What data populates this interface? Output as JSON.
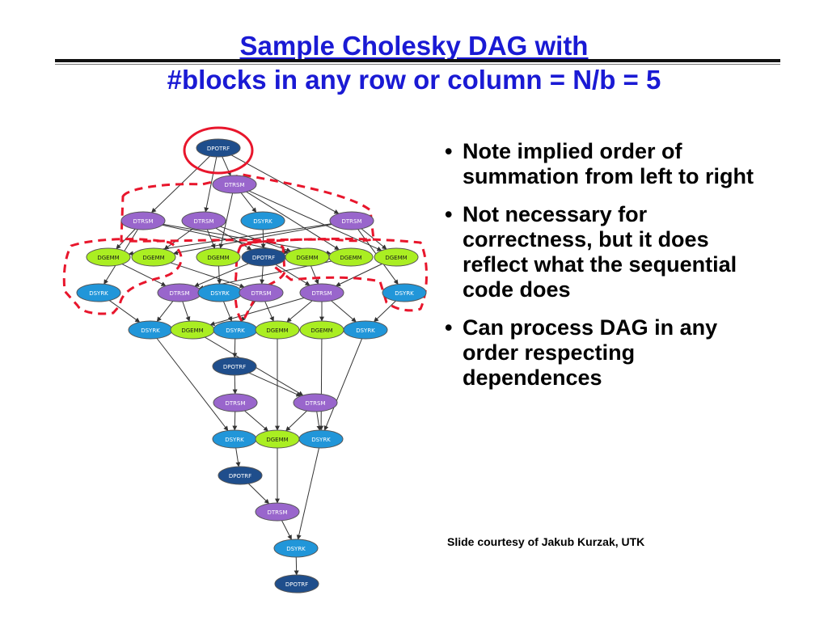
{
  "slide": {
    "title_line1": "Sample Cholesky DAG with",
    "title_line2": "#blocks in any row or column = N/b = 5",
    "bullets": [
      "Note implied order of summation from left to right",
      "Not necessary for correctness, but it does reflect what the sequential code does",
      "Can process DAG in any order respecting dependences"
    ],
    "credit": "Slide courtesy of Jakub Kurzak, UTK"
  },
  "colors": {
    "title": "#1a1ad4",
    "DPOTRF": "#1f4e8c",
    "DTRSM": "#9966cc",
    "DSYRK": "#2196d9",
    "DGEMM": "#aaee22",
    "highlight": "#e8162c"
  },
  "dag": {
    "nodes": [
      {
        "id": "n1",
        "label": "DPOTRF",
        "kind": "DPOTRF"
      },
      {
        "id": "n2",
        "label": "DTRSM",
        "kind": "DTRSM"
      },
      {
        "id": "n3",
        "label": "DTRSM",
        "kind": "DTRSM"
      },
      {
        "id": "n4",
        "label": "DTRSM",
        "kind": "DTRSM"
      },
      {
        "id": "n5",
        "label": "DSYRK",
        "kind": "DSYRK"
      },
      {
        "id": "n6",
        "label": "DTRSM",
        "kind": "DTRSM"
      },
      {
        "id": "n7",
        "label": "DGEMM",
        "kind": "DGEMM"
      },
      {
        "id": "n8",
        "label": "DGEMM",
        "kind": "DGEMM"
      },
      {
        "id": "n9",
        "label": "DGEMM",
        "kind": "DGEMM"
      },
      {
        "id": "n10",
        "label": "DPOTRF",
        "kind": "DPOTRF"
      },
      {
        "id": "n11",
        "label": "DGEMM",
        "kind": "DGEMM"
      },
      {
        "id": "n12",
        "label": "DGEMM",
        "kind": "DGEMM"
      },
      {
        "id": "n13",
        "label": "DGEMM",
        "kind": "DGEMM"
      },
      {
        "id": "n14",
        "label": "DSYRK",
        "kind": "DSYRK"
      },
      {
        "id": "n15",
        "label": "DTRSM",
        "kind": "DTRSM"
      },
      {
        "id": "n16",
        "label": "DSYRK",
        "kind": "DSYRK"
      },
      {
        "id": "n17",
        "label": "DTRSM",
        "kind": "DTRSM"
      },
      {
        "id": "n18",
        "label": "DTRSM",
        "kind": "DTRSM"
      },
      {
        "id": "n19",
        "label": "DSYRK",
        "kind": "DSYRK"
      },
      {
        "id": "n20",
        "label": "DSYRK",
        "kind": "DSYRK"
      },
      {
        "id": "n21",
        "label": "DGEMM",
        "kind": "DGEMM"
      },
      {
        "id": "n22",
        "label": "DSYRK",
        "kind": "DSYRK"
      },
      {
        "id": "n23",
        "label": "DGEMM",
        "kind": "DGEMM"
      },
      {
        "id": "n24",
        "label": "DGEMM",
        "kind": "DGEMM"
      },
      {
        "id": "n25",
        "label": "DSYRK",
        "kind": "DSYRK"
      },
      {
        "id": "n26",
        "label": "DPOTRF",
        "kind": "DPOTRF"
      },
      {
        "id": "n27",
        "label": "DTRSM",
        "kind": "DTRSM"
      },
      {
        "id": "n28",
        "label": "DTRSM",
        "kind": "DTRSM"
      },
      {
        "id": "n29",
        "label": "DSYRK",
        "kind": "DSYRK"
      },
      {
        "id": "n30",
        "label": "DGEMM",
        "kind": "DGEMM"
      },
      {
        "id": "n31",
        "label": "DSYRK",
        "kind": "DSYRK"
      },
      {
        "id": "n32",
        "label": "DPOTRF",
        "kind": "DPOTRF"
      },
      {
        "id": "n33",
        "label": "DTRSM",
        "kind": "DTRSM"
      },
      {
        "id": "n34",
        "label": "DSYRK",
        "kind": "DSYRK"
      },
      {
        "id": "n35",
        "label": "DPOTRF",
        "kind": "DPOTRF"
      }
    ],
    "edges": [
      [
        "n1",
        "n2"
      ],
      [
        "n1",
        "n3"
      ],
      [
        "n1",
        "n4"
      ],
      [
        "n1",
        "n6"
      ],
      [
        "n2",
        "n5"
      ],
      [
        "n2",
        "n9"
      ],
      [
        "n2",
        "n12"
      ],
      [
        "n2",
        "n13"
      ],
      [
        "n3",
        "n7"
      ],
      [
        "n3",
        "n11"
      ],
      [
        "n3",
        "n12"
      ],
      [
        "n3",
        "n14"
      ],
      [
        "n4",
        "n8"
      ],
      [
        "n4",
        "n9"
      ],
      [
        "n4",
        "n10"
      ],
      [
        "n4",
        "n11"
      ],
      [
        "n5",
        "n10"
      ],
      [
        "n6",
        "n13"
      ],
      [
        "n6",
        "n7"
      ],
      [
        "n6",
        "n8"
      ],
      [
        "n6",
        "n19"
      ],
      [
        "n10",
        "n15"
      ],
      [
        "n10",
        "n17"
      ],
      [
        "n10",
        "n18"
      ],
      [
        "n7",
        "n15"
      ],
      [
        "n8",
        "n17"
      ],
      [
        "n11",
        "n18"
      ],
      [
        "n9",
        "n16"
      ],
      [
        "n12",
        "n15"
      ],
      [
        "n13",
        "n18"
      ],
      [
        "n14",
        "n20"
      ],
      [
        "n15",
        "n20"
      ],
      [
        "n15",
        "n21"
      ],
      [
        "n16",
        "n22"
      ],
      [
        "n17",
        "n22"
      ],
      [
        "n17",
        "n23"
      ],
      [
        "n18",
        "n21"
      ],
      [
        "n18",
        "n23"
      ],
      [
        "n18",
        "n24"
      ],
      [
        "n18",
        "n25"
      ],
      [
        "n19",
        "n25"
      ],
      [
        "n22",
        "n26"
      ],
      [
        "n26",
        "n27"
      ],
      [
        "n26",
        "n28"
      ],
      [
        "n20",
        "n29"
      ],
      [
        "n21",
        "n28"
      ],
      [
        "n23",
        "n30"
      ],
      [
        "n24",
        "n31"
      ],
      [
        "n25",
        "n31"
      ],
      [
        "n27",
        "n29"
      ],
      [
        "n27",
        "n30"
      ],
      [
        "n28",
        "n30"
      ],
      [
        "n28",
        "n31"
      ],
      [
        "n29",
        "n32"
      ],
      [
        "n32",
        "n33"
      ],
      [
        "n30",
        "n33"
      ],
      [
        "n31",
        "n34"
      ],
      [
        "n33",
        "n34"
      ],
      [
        "n34",
        "n35"
      ]
    ]
  }
}
